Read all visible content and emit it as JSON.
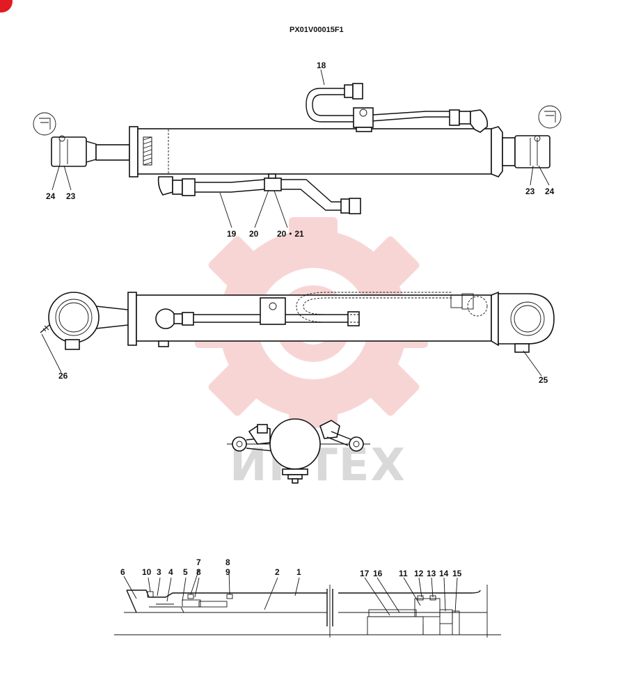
{
  "drawing_code": "PX01V00015F1",
  "watermark_text": "ИНТЕХ",
  "colors": {
    "watermark_red": "#f3b3b3",
    "line": "#111111",
    "corner_badge": "#e11b22"
  },
  "top_view_labels": {
    "l18": "18",
    "l24a": "24",
    "l23a": "23",
    "l23b": "23",
    "l24b": "24",
    "l19": "19",
    "l20": "20",
    "l2021": "20・21"
  },
  "side_view_labels": {
    "l26": "26",
    "l25": "25"
  },
  "section_labels": {
    "l7": "7",
    "l8a": "8",
    "l9": "9",
    "l6": "6",
    "l10": "10",
    "l3": "3",
    "l4": "4",
    "l5": "5",
    "l8b": "8",
    "l2": "2",
    "l1": "1",
    "l17": "17",
    "l16": "16",
    "l11": "11",
    "l12": "12",
    "l13": "13",
    "l14": "14",
    "l15": "15"
  }
}
